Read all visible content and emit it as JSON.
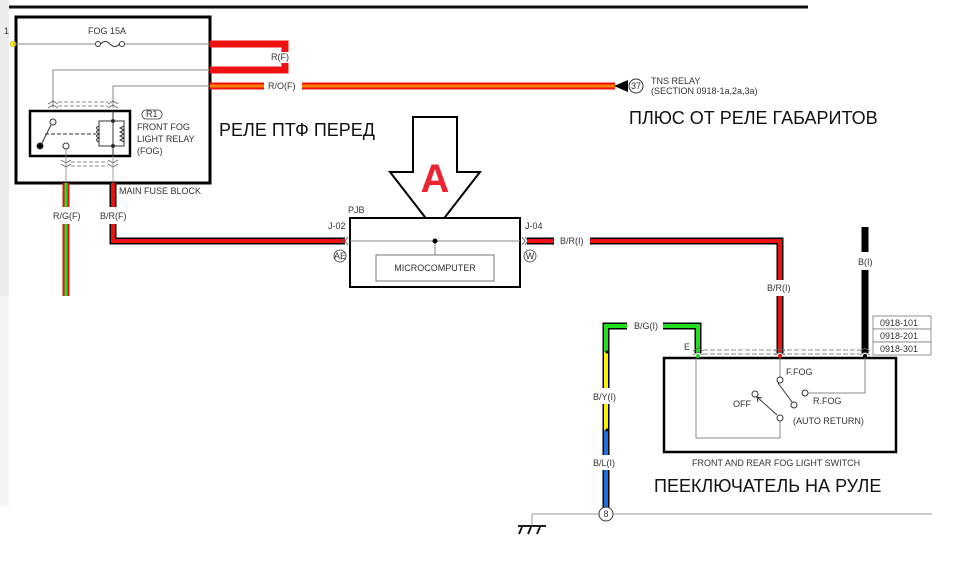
{
  "diagram": {
    "fuse_label": "FOG 15A",
    "pin_left": "1",
    "relay": {
      "ref": "R1",
      "name_line1": "FRONT FOG",
      "name_line2": "LIGHT RELAY",
      "name_line3": "(FOG)"
    },
    "main_fuse_block": "MAIN FUSE BLOCK",
    "wires": {
      "r_f": "R(F)",
      "r_o_f": "R/O(F)",
      "r_g_f": "R/G(F)",
      "b_r_f": "B/R(F)",
      "b_r_i_h": "B/R(I)",
      "b_r_i_v": "B/R(I)",
      "b_i": "B(I)",
      "b_g_i": "B/G(I)",
      "b_y_i": "B/Y(I)",
      "b_l_i": "B/L(I)"
    },
    "tns_relay": {
      "connector": "37",
      "line1": "TNS RELAY",
      "line2": "(SECTION 0918-1a,2a,3a)"
    },
    "pjb": {
      "label": "PJB",
      "j02": "J-02",
      "j04": "J-04",
      "conn_left": "AE",
      "conn_right": "W",
      "microcomputer": "MICROCOMPUTER"
    },
    "arrow_letter": "A",
    "section_refs": [
      "0918-101",
      "0918-201",
      "0918-301"
    ],
    "switch": {
      "e_pin": "E",
      "f_fog": "F.FOG",
      "r_fog": "R.FOG",
      "off": "OFF",
      "auto_return": "(AUTO RETURN)",
      "name": "FRONT AND REAR FOG LIGHT SWITCH"
    },
    "ground_connector": "8"
  },
  "annotations": {
    "relay_ru": "РЕЛЕ ПТФ ПЕРЕД",
    "tns_ru": "ПЛЮС ОТ РЕЛЕ ГАБАРИТОВ",
    "switch_ru": "ПЕЕКЛЮЧАТЕЛЬ НА РУЛЕ"
  },
  "colors": {
    "red": "#ee1111",
    "orange": "#ff8000",
    "green": "#22dd22",
    "yellow": "#ffee00",
    "blue": "#1e6fe0",
    "black": "#000000",
    "arrow_letter": "#ee2233"
  }
}
